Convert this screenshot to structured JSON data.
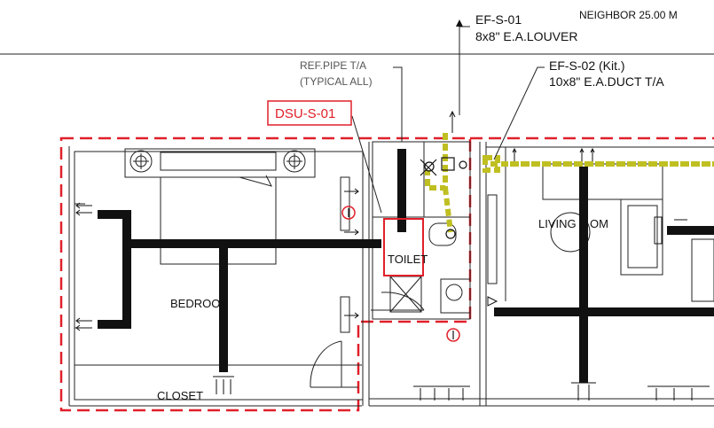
{
  "drawing": {
    "neighbor_note": "NEIGHBOR 25.00 M",
    "tags": {
      "ef1": {
        "id": "EF-S-01",
        "desc": "8x8\" E.A.LOUVER"
      },
      "ef2": {
        "id": "EF-S-02 (Kit.)",
        "desc": "10x8\" E.A.DUCT T/A"
      },
      "ref_pipe": {
        "line1": "REF.PIPE T/A",
        "line2": "(TYPICAL ALL)"
      },
      "dsu": "DSU-S-01"
    },
    "rooms": {
      "toilet": "TOILET",
      "bedroom": "BEDROO",
      "closet": "CLOSET",
      "living": "LIVING R",
      "living_tail": "OM"
    },
    "colors": {
      "duct": "#111111",
      "exhaust": "#bfbf22",
      "boundary": "#e0202a",
      "line": "#222222"
    }
  }
}
